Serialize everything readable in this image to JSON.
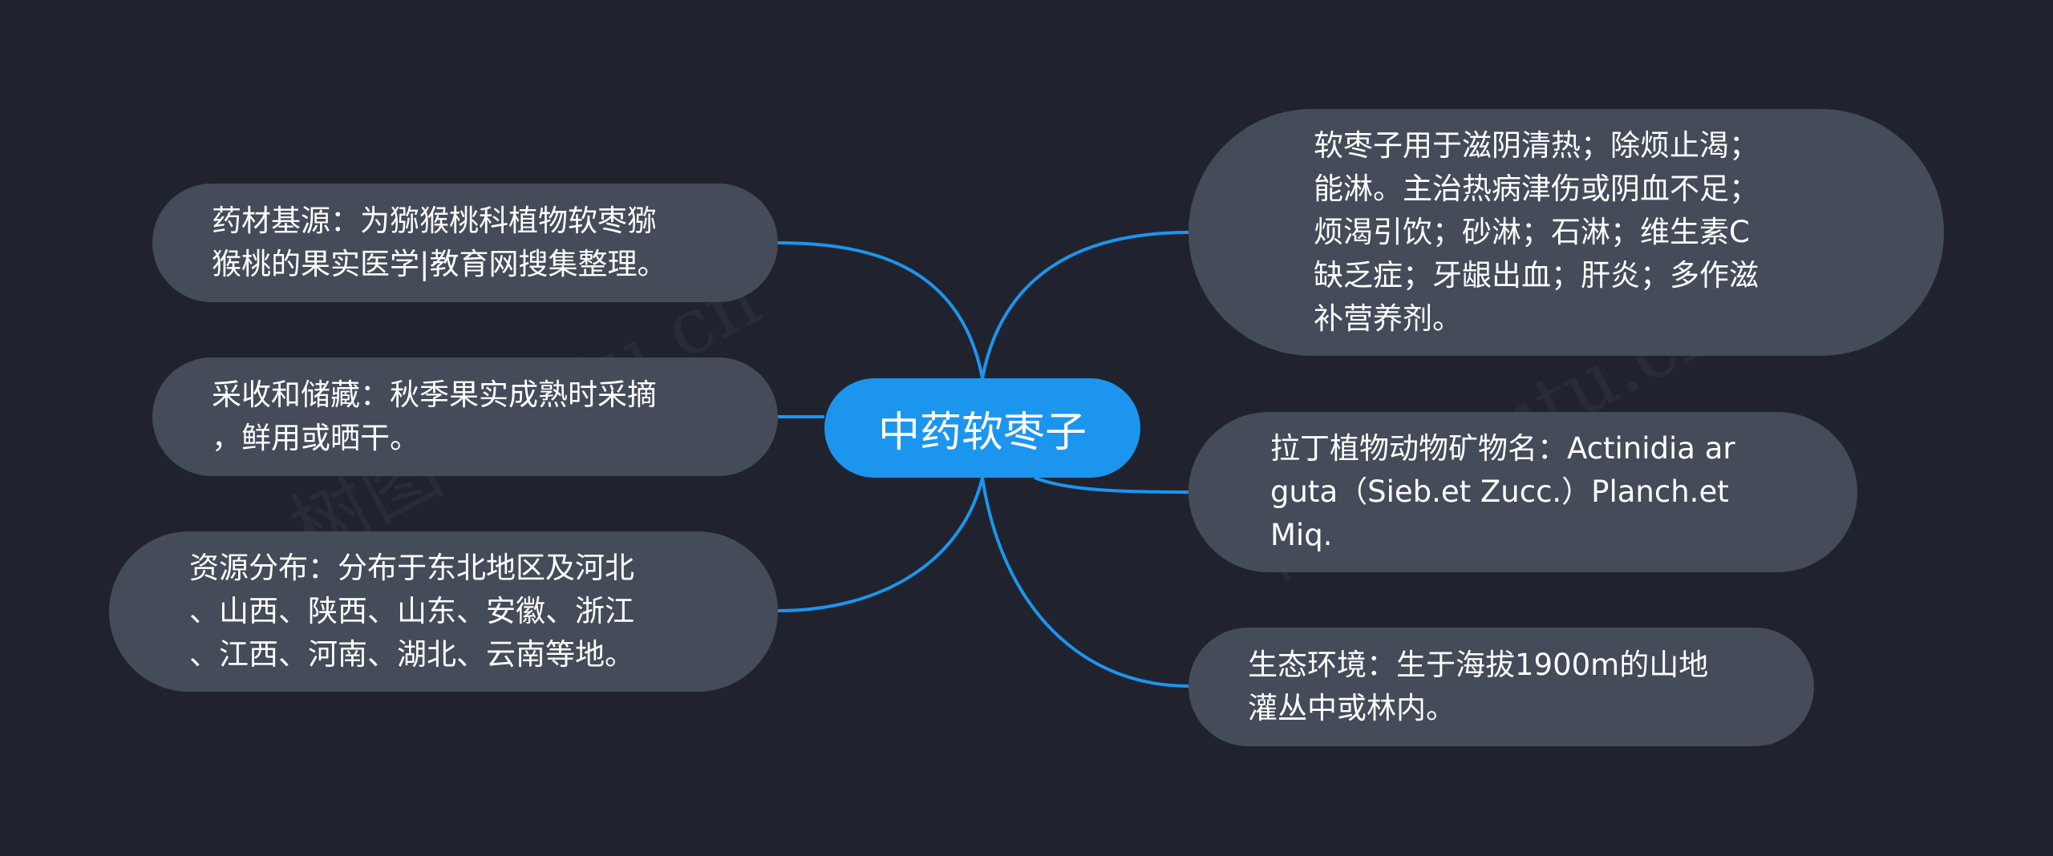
{
  "root": {
    "label": "中药软枣子",
    "color": "#1c95ee"
  },
  "edge_color": "#1c95ee",
  "node_color": "#444b59",
  "background_color": "#20232e",
  "watermark": "树图 shutu.cn",
  "left_nodes": [
    {
      "text": "药材基源：为猕猴桃科植物软枣猕\n猴桃的果实医学|教育网搜集整理。"
    },
    {
      "text": "采收和储藏：秋季果实成熟时采摘\n，鲜用或晒干。"
    },
    {
      "text": "资源分布：分布于东北地区及河北\n、山西、陕西、山东、安徽、浙江\n、江西、河南、湖北、云南等地。"
    }
  ],
  "right_nodes": [
    {
      "text": "软枣子用于滋阴清热；除烦止渴；\n能淋。主治热病津伤或阴血不足；\n烦渴引饮；砂淋；石淋；维生素C\n缺乏症；牙龈出血；肝炎；多作滋\n补营养剂。"
    },
    {
      "text": "拉丁植物动物矿物名：Actinidia ar\nguta（Sieb.et Zucc.）Planch.et\nMiq."
    },
    {
      "text": "生态环境：生于海拔1900m的山地\n灌丛中或林内。"
    }
  ]
}
